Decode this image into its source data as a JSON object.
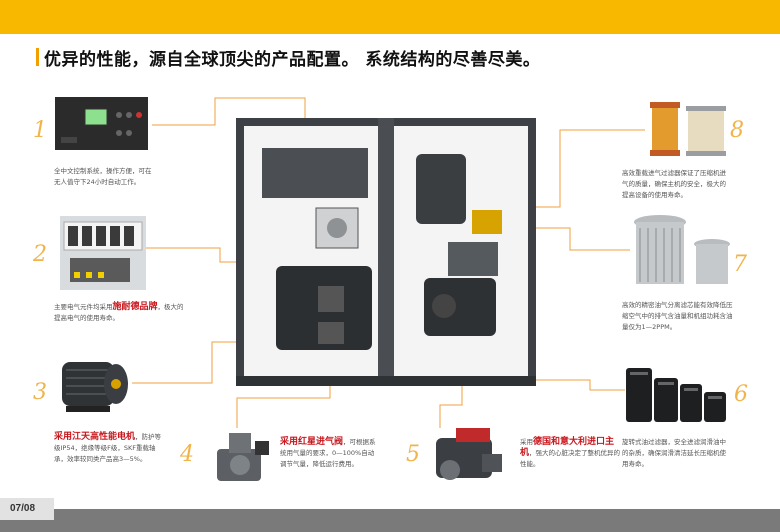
{
  "heading": "优异的性能，源自全球顶尖的产品配置。 系统结构的尽善尽美。",
  "page_number": "07/08",
  "colors": {
    "accent": "#f9b800",
    "highlight": "#c8171d",
    "number": "#f1b44a",
    "leader": "#f0a040"
  },
  "items": [
    {
      "num": "1",
      "text": "全中文控制系统，操作方便，可在无人值守下24小时自动工作。"
    },
    {
      "num": "2",
      "pre": "主要电气元件均采用",
      "highlight": "施耐德品牌",
      "post": "，极大的提高电气的使用寿命。"
    },
    {
      "num": "3",
      "highlight": "采用江天高性能电机",
      "post": "，防护等级IP54，绝缘等级F级，SKF重载轴承，效率较同类产品高3—5%。"
    },
    {
      "num": "4",
      "highlight": "采用红星进气阀",
      "post": "，可根据系统用气量的要求，0—100%自动调节气量，降低运行费用。"
    },
    {
      "num": "5",
      "pre": "采用",
      "highlight": "德国和意大利进口主机",
      "post": "，强大的心脏决定了整机优异的性能。"
    },
    {
      "num": "6",
      "text": "旋转式油过滤器，安全进滤润滑油中的杂质，确保润滑清洁延长压缩机使用寿命。"
    },
    {
      "num": "7",
      "text": "高效的精密油气分离滤芯能有效降低压缩空气中的排气含油量和机组功耗含油量仅为1—2PPM。"
    },
    {
      "num": "8",
      "text": "高效重载进气过滤器保证了压缩机进气的质量，确保主机的安全，极大的提高设备的使用寿命。"
    }
  ]
}
